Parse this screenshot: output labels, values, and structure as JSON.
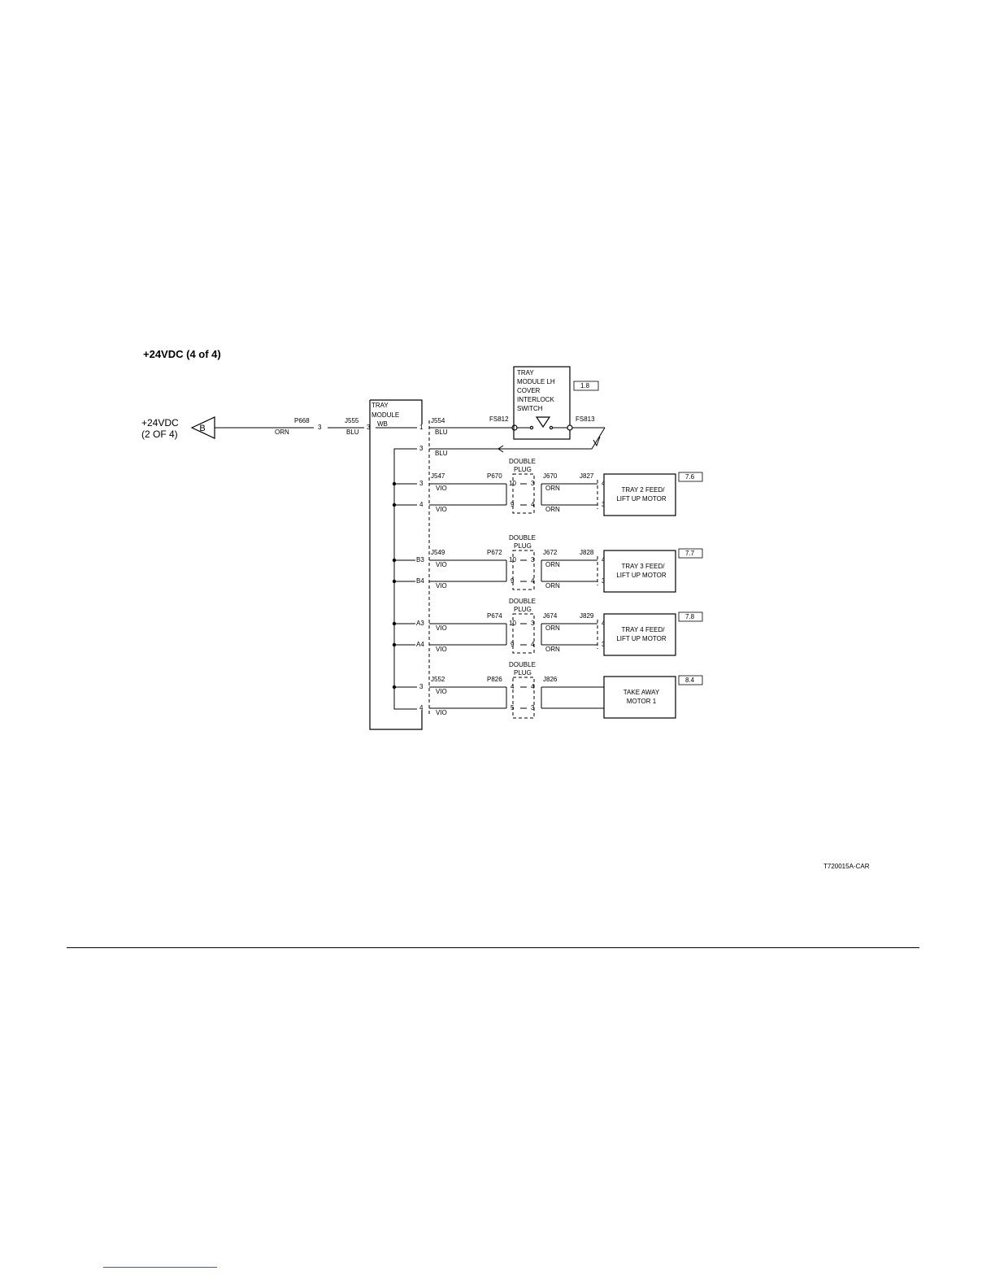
{
  "title": "+24VDC (4 of 4)",
  "source": {
    "line1": "+24VDC",
    "line2": "(2 OF 4)",
    "flag": "B",
    "plug": "P668",
    "pin": "3",
    "color": "ORN"
  },
  "wb": {
    "jack": "J555",
    "pin": "3",
    "color": "BLU",
    "line1": "TRAY",
    "line2": "MODULE",
    "line3": "WB"
  },
  "interlock": {
    "jack": "J554",
    "pin_out": "1",
    "color_out": "BLU",
    "pin_ret": "3",
    "color_ret": "BLU",
    "fs_in": "FS812",
    "fs_out": "FS813",
    "label": [
      "TRAY",
      "MODULE LH",
      "COVER",
      "INTERLOCK",
      "SWITCH"
    ],
    "ref": "1.8"
  },
  "double_plug_label": [
    "DOUBLE",
    "PLUG"
  ],
  "circuits": [
    {
      "jack": "J547",
      "plug": "P670",
      "pin_a": "3",
      "pin_b": "4",
      "wire": "VIO",
      "dp_left_a": "10",
      "dp_left_b": "9",
      "dp_right_a": "3",
      "dp_right_b": "4",
      "j_right": "J670",
      "wire_right": "ORN",
      "motor_jack": "J827",
      "motor_pin_a": "4",
      "motor_pin_b": "3",
      "motor": [
        "TRAY 2 FEED/",
        "LIFT UP MOTOR"
      ],
      "ref": "7.6"
    },
    {
      "jack": "J549",
      "plug": "P672",
      "pin_a": "B3",
      "pin_b": "B4",
      "wire": "VIO",
      "dp_left_a": "10",
      "dp_left_b": "9",
      "dp_right_a": "3",
      "dp_right_b": "4",
      "j_right": "J672",
      "wire_right": "ORN",
      "motor_jack": "J828",
      "motor_pin_a": "4",
      "motor_pin_b": "3",
      "motor": [
        "TRAY 3 FEED/",
        "LIFT UP MOTOR"
      ],
      "ref": "7.7"
    },
    {
      "jack": "",
      "plug": "P674",
      "pin_a": "A3",
      "pin_b": "A4",
      "wire": "VIO",
      "dp_left_a": "10",
      "dp_left_b": "9",
      "dp_right_a": "3",
      "dp_right_b": "4",
      "j_right": "J674",
      "wire_right": "ORN",
      "motor_jack": "J829",
      "motor_pin_a": "4",
      "motor_pin_b": "3",
      "motor": [
        "TRAY 4 FEED/",
        "LIFT UP MOTOR"
      ],
      "ref": "7.8"
    },
    {
      "jack": "J552",
      "plug": "P826",
      "pin_a": "3",
      "pin_b": "4",
      "wire": "VIO",
      "dp_left_a": "4",
      "dp_left_b": "5",
      "dp_right_a": "4",
      "dp_right_b": "3",
      "j_right": "J826",
      "wire_right": "",
      "motor_jack": "",
      "motor_pin_a": "",
      "motor_pin_b": "",
      "motor": [
        "TAKE AWAY",
        "MOTOR 1"
      ],
      "ref": "8.4"
    }
  ],
  "doc_id": "T720015A-CAR"
}
